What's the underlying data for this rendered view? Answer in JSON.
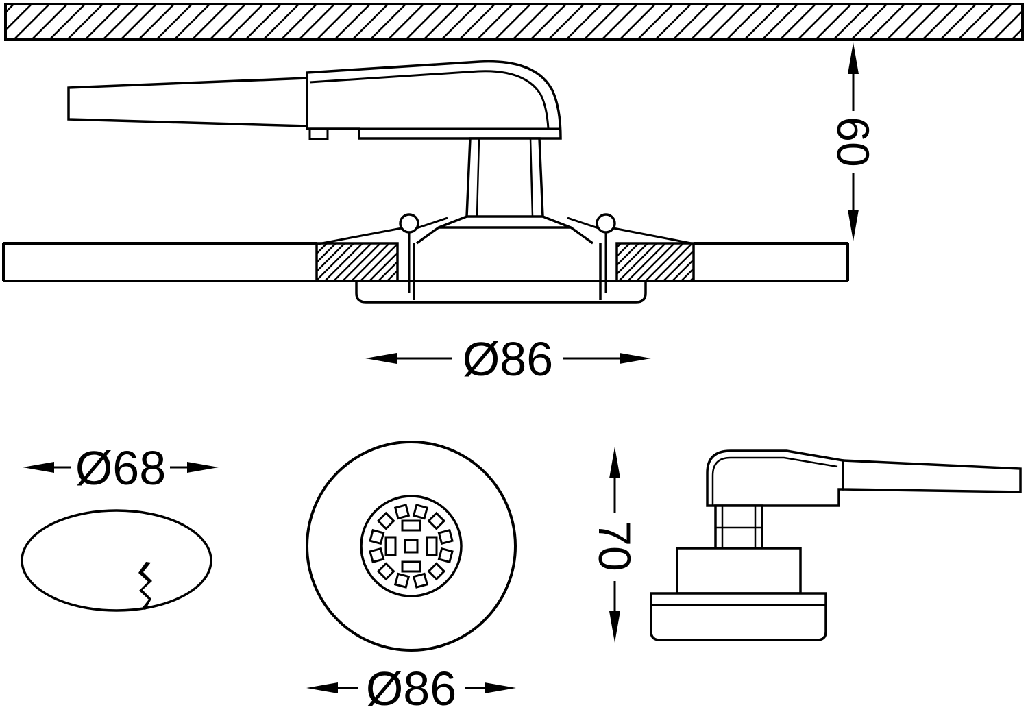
{
  "drawing": {
    "line_color": "#000000",
    "background_color": "#ffffff",
    "dimensions": {
      "recess_depth": "60",
      "bezel_diameter_section": "Ø86",
      "cutout_diameter": "Ø68",
      "bezel_diameter_front": "Ø86",
      "fixture_height": "70"
    }
  }
}
